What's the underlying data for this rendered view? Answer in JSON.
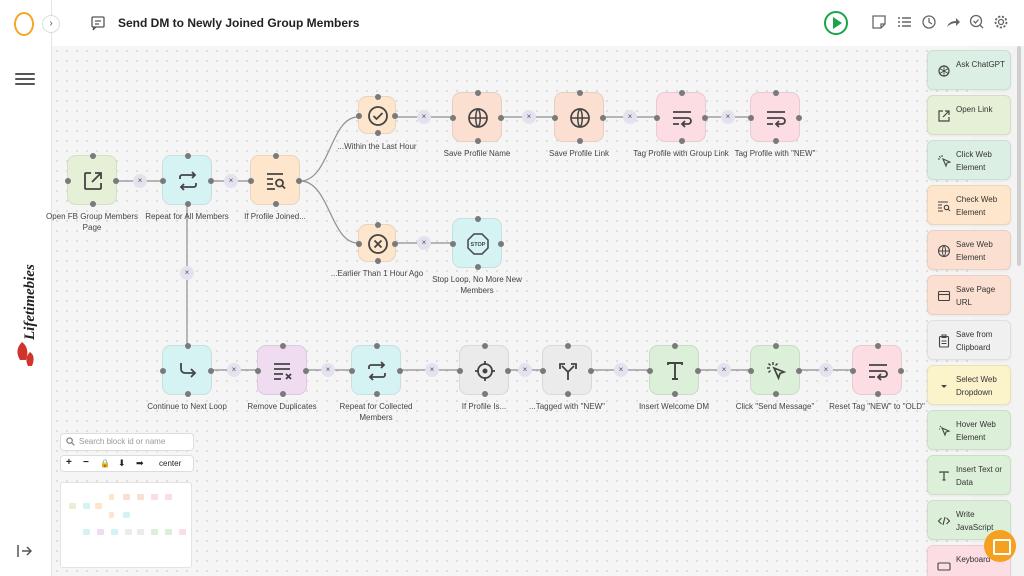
{
  "app": {
    "title": "Send DM to Newly Joined Group Members",
    "watermark": "Lifetimebies"
  },
  "toolbar": {
    "icons": [
      "run-icon",
      "note-icon",
      "list-icon",
      "history-icon",
      "share-icon",
      "check-icon",
      "settings-icon"
    ]
  },
  "nodes": [
    {
      "id": "n1",
      "label": "Open FB Group Members Page",
      "icon": "external-link-icon"
    },
    {
      "id": "n2",
      "label": "Repeat for All Members",
      "icon": "repeat-icon"
    },
    {
      "id": "n3",
      "label": "If Profile Joined...",
      "icon": "search-text-icon"
    },
    {
      "id": "n4",
      "label": "...Within the Last Hour",
      "icon": "check-circle-icon"
    },
    {
      "id": "n5",
      "label": "Save Profile Name",
      "icon": "globe-icon"
    },
    {
      "id": "n6",
      "label": "Save Profile Link",
      "icon": "globe-icon"
    },
    {
      "id": "n7",
      "label": "Tag Profile with Group Link",
      "icon": "wrap-text-icon"
    },
    {
      "id": "n8",
      "label": "Tag Profile with \"NEW\"",
      "icon": "wrap-text-icon"
    },
    {
      "id": "n9",
      "label": "...Earlier Than 1 Hour Ago",
      "icon": "x-circle-icon"
    },
    {
      "id": "n10",
      "label": "Stop Loop, No More New Members",
      "icon": "stop-sign-icon",
      "icon_text": "STOP"
    },
    {
      "id": "n11",
      "label": "Continue to Next Loop",
      "icon": "corner-arrow-icon"
    },
    {
      "id": "n12",
      "label": "Remove Duplicates",
      "icon": "list-remove-icon"
    },
    {
      "id": "n13",
      "label": "Repeat for Collected Members",
      "icon": "repeat-icon"
    },
    {
      "id": "n14",
      "label": "If Profile Is...",
      "icon": "target-icon"
    },
    {
      "id": "n15",
      "label": "...Tagged with \"NEW\"",
      "icon": "split-icon"
    },
    {
      "id": "n16",
      "label": "Insert Welcome DM",
      "icon": "text-t-icon"
    },
    {
      "id": "n17",
      "label": "Click \"Send Message\"",
      "icon": "click-cursor-icon"
    },
    {
      "id": "n18",
      "label": "Reset Tag \"NEW\" to \"OLD\"",
      "icon": "wrap-text-icon"
    }
  ],
  "connector_glyph": "×",
  "search": {
    "placeholder": "Search block id or name"
  },
  "zoom_controls": {
    "plus": "+",
    "minus": "−",
    "lock": "🔒",
    "down": "⬇",
    "right": "➡",
    "center": "center"
  },
  "sidebar": {
    "blocks": [
      {
        "label": "Ask ChatGPT",
        "icon": "chatgpt-icon",
        "color": "#dcefe4"
      },
      {
        "label": "Open Link",
        "icon": "external-link-icon",
        "color": "#e6f0d6"
      },
      {
        "label": "Click Web Element",
        "icon": "click-cursor-icon",
        "color": "#dcefe4"
      },
      {
        "label": "Check Web Element",
        "icon": "search-text-icon",
        "color": "#fde6cc"
      },
      {
        "label": "Save Web Element",
        "icon": "globe-icon",
        "color": "#fbe0d2"
      },
      {
        "label": "Save Page URL",
        "icon": "browser-icon",
        "color": "#fbe0d2"
      },
      {
        "label": "Save from Clipboard",
        "icon": "clipboard-icon",
        "color": "#f0f0f0"
      },
      {
        "label": "Select Web Dropdown",
        "icon": "dropdown-icon",
        "color": "#fbf3c9"
      },
      {
        "label": "Hover Web Element",
        "icon": "hover-cursor-icon",
        "color": "#dcefd8"
      },
      {
        "label": "Insert Text or Data",
        "icon": "text-t-icon",
        "color": "#dcefd8"
      },
      {
        "label": "Write JavaScript",
        "icon": "code-icon",
        "color": "#dcefd8"
      },
      {
        "label": "Keyboard",
        "icon": "keyboard-icon",
        "color": "#fbdde3"
      }
    ]
  }
}
